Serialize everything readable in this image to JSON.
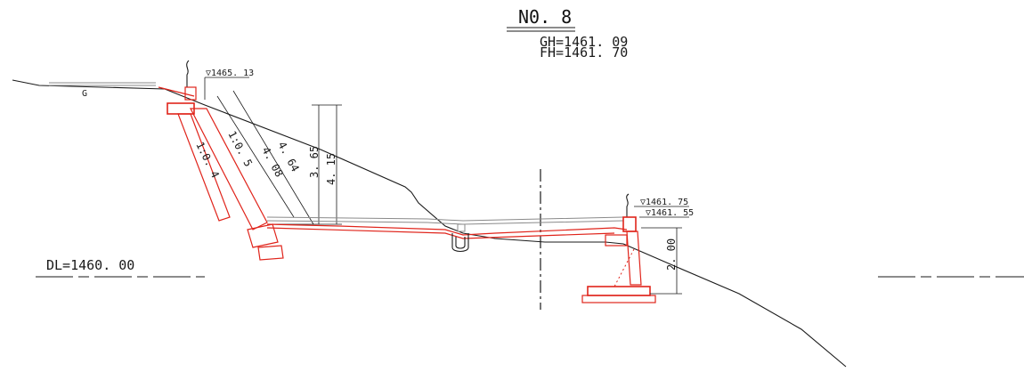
{
  "drawing": {
    "section_no": "N0. 8",
    "gh": "GH=1461. 09",
    "fh": "FH=1461. 70",
    "datum": "DL=1460. 00",
    "left_level": "▽1465. 13",
    "right_level_top": "▽1461. 75",
    "right_level_bottom": "▽1461. 55",
    "slope_inner": "1:0. 4",
    "slope_outer": "1:0. 5",
    "length_a": "4. 08",
    "length_b": "4. 64",
    "height_a": "3. 65",
    "height_b": "4. 15",
    "right_height": "2. 00",
    "ground_marker": "G",
    "colors": {
      "ground": "#1a1a1a",
      "design": "#e0241b",
      "existing": "#8a8a8a"
    }
  }
}
